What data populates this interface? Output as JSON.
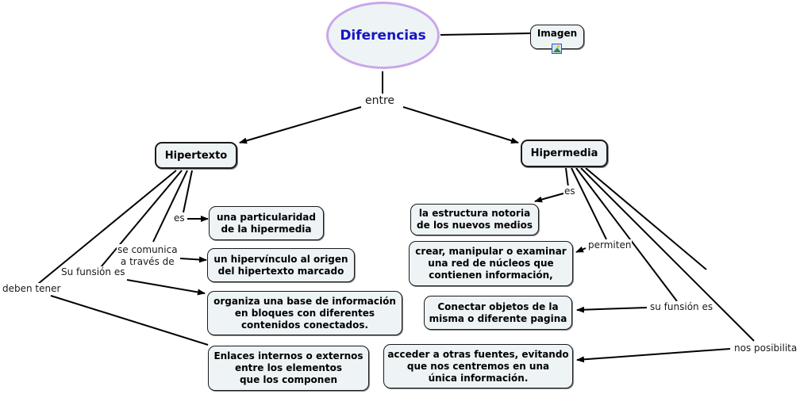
{
  "root": {
    "label": "Diferencias"
  },
  "image_node": {
    "label": "Imagen",
    "icon": "image-icon"
  },
  "link_entre": "entre",
  "hipertexto": {
    "label": "Hipertexto",
    "links": [
      {
        "phrase": "es",
        "concept": "una particularidad\nde la hipermedia"
      },
      {
        "phrase": "se comunica\na través de",
        "concept": "un hipervínculo al origen\ndel hipertexto marcado"
      },
      {
        "phrase": "Su funsión es",
        "concept": "organiza una base de información\nen bloques con diferentes\ncontenidos conectados."
      },
      {
        "phrase": "deben tener",
        "concept": "Enlaces internos o externos\nentre los elementos\nque los componen"
      }
    ]
  },
  "hipermedia": {
    "label": "Hipermedia",
    "links": [
      {
        "phrase": "es",
        "concept": "la estructura notoria\nde los nuevos medios"
      },
      {
        "phrase": "permiten",
        "concept": "crear, manipular o examinar\nuna red de núcleos que\ncontienen información,"
      },
      {
        "phrase": "su funsión es",
        "concept": "Conectar objetos de la\nmisma o diferente pagina"
      },
      {
        "phrase": "nos posibilita",
        "concept": "acceder a otras fuentes, evitando\nque nos centremos en una\núnica información."
      }
    ]
  },
  "colors": {
    "node_fill": "#eef3f6",
    "root_border": "#c9a6ea",
    "root_text": "#1515c0",
    "line": "#000000"
  }
}
